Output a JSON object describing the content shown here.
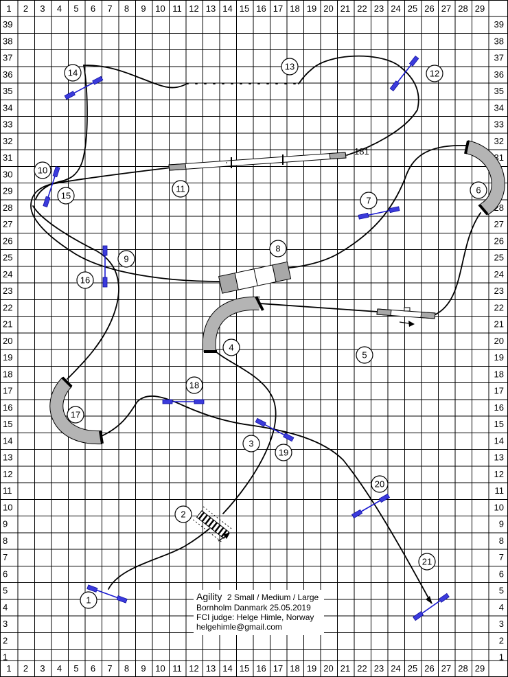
{
  "grid": {
    "columns": [
      "1",
      "2",
      "3",
      "4",
      "5",
      "6",
      "7",
      "8",
      "9",
      "10",
      "11",
      "12",
      "13",
      "14",
      "15",
      "16",
      "17",
      "18",
      "19",
      "20",
      "21",
      "22",
      "23",
      "24",
      "25",
      "26",
      "27",
      "28",
      "29"
    ],
    "rows": [
      "39",
      "38",
      "37",
      "36",
      "35",
      "34",
      "33",
      "32",
      "31",
      "30",
      "29",
      "28",
      "27",
      "26",
      "25",
      "24",
      "23",
      "22",
      "21",
      "20",
      "19",
      "18",
      "17",
      "16",
      "15",
      "14",
      "13",
      "12",
      "11",
      "10",
      "9",
      "8",
      "7",
      "6",
      "5",
      "4",
      "3",
      "2",
      "1"
    ]
  },
  "obstacle_numbers": [
    "1",
    "2",
    "3",
    "4",
    "5",
    "6",
    "7",
    "8",
    "9",
    "10",
    "11",
    "12",
    "13",
    "14",
    "15",
    "16",
    "17",
    "18",
    "19",
    "20",
    "21"
  ],
  "path_length_label": "181",
  "info": {
    "title": "Agility",
    "class": "2 Small / Medium / Large",
    "location_date": "Bornholm Danmark   25.05.2019",
    "judge": "FCI judge: Helge Himle, Norway",
    "email": "helgehimle@gmail.com"
  },
  "colors": {
    "jump": "#1a1ad0",
    "tunnel": "#b4b4b4",
    "line": "#000000"
  }
}
